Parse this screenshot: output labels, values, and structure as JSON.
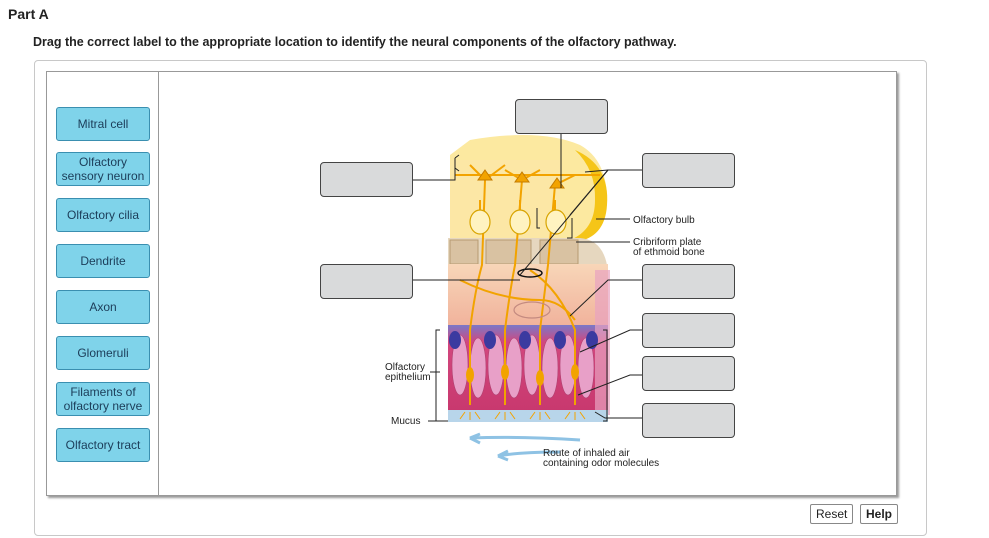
{
  "header": {
    "part": "Part A",
    "instruction": "Drag the correct label to the appropriate location to identify the neural components of the olfactory pathway."
  },
  "labels": [
    "Mitral cell",
    "Olfactory sensory neuron",
    "Olfactory cilia",
    "Dendrite",
    "Axon",
    "Glomeruli",
    "Filaments of olfactory nerve",
    "Olfactory tract"
  ],
  "diagram": {
    "olfactory_bulb": "Olfactory bulb",
    "cribriform_1": "Cribriform plate",
    "cribriform_2": "of ethmoid bone",
    "epithelium_1": "Olfactory",
    "epithelium_2": "epithelium",
    "mucus": "Mucus",
    "route_1": "Route of inhaled air",
    "route_2": "containing odor molecules"
  },
  "buttons": {
    "reset": "Reset",
    "help": "Help"
  }
}
